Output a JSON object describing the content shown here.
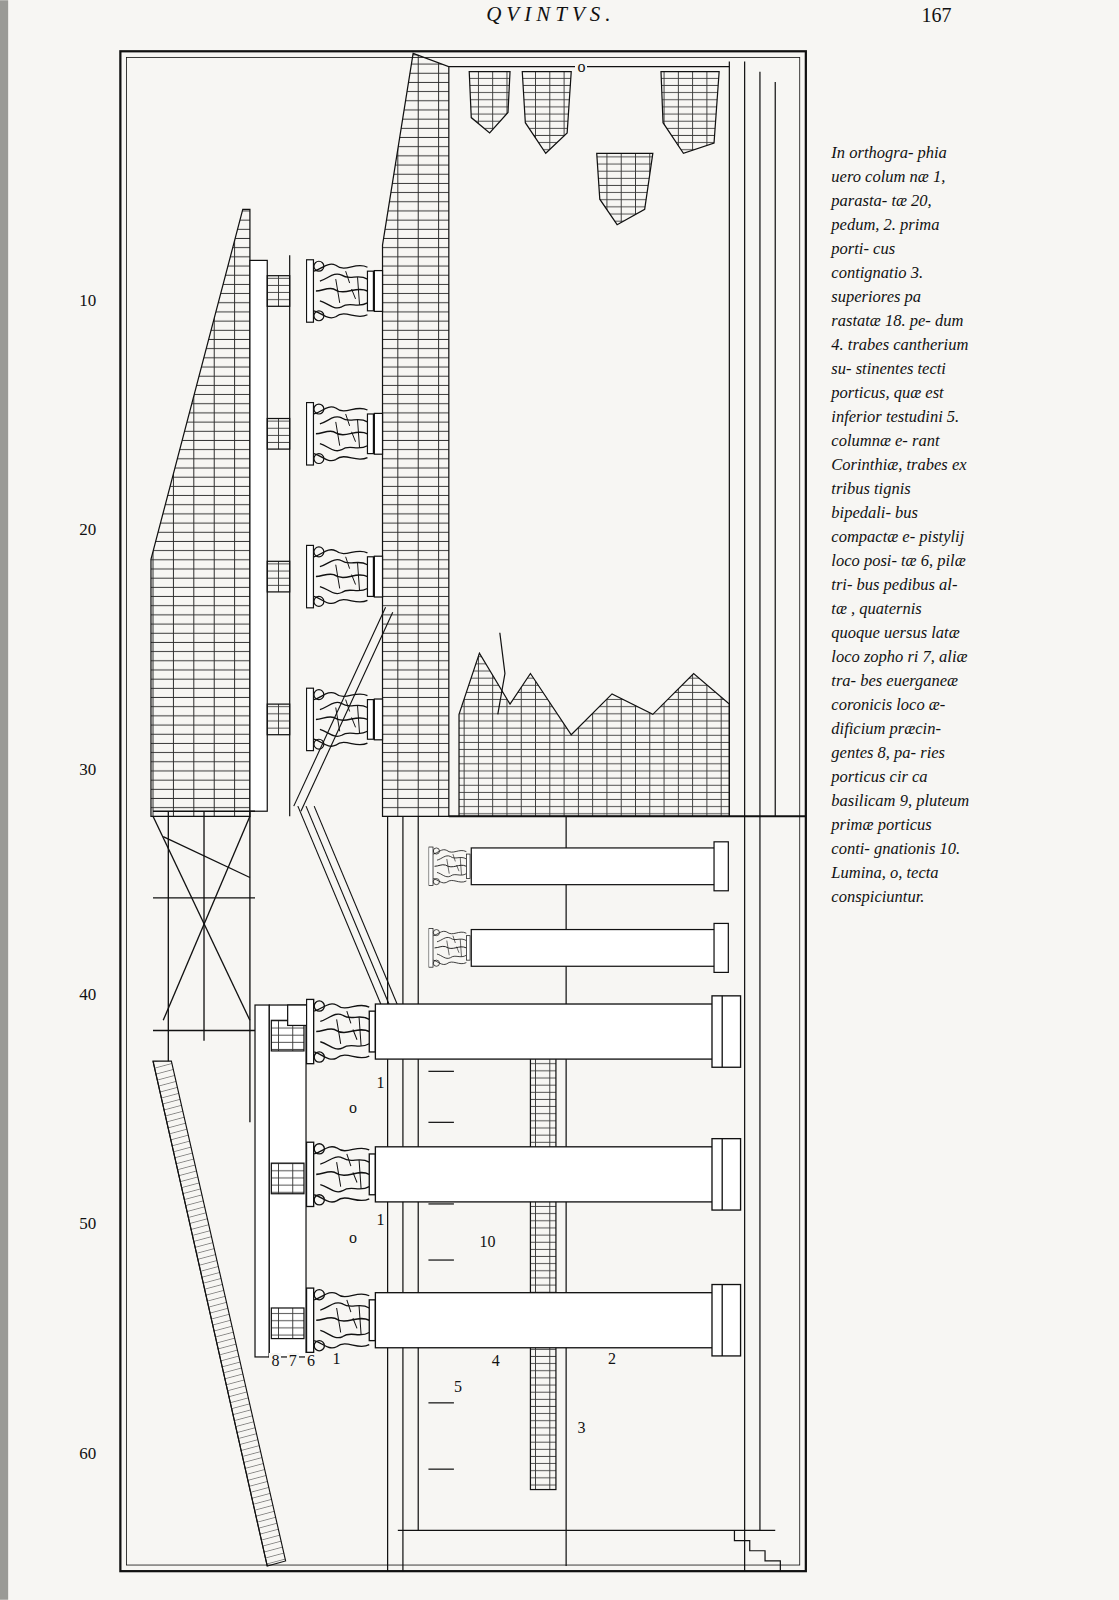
{
  "diagram": {
    "labels": [
      "QVINTVS.",
      "167",
      "10",
      "20",
      "30",
      "40",
      "50",
      "60",
      "In orthogra- phia uero colum næ 1, parasta- tæ 20, pedum, 2. prima porti- cus contignatio 3. superiores pa rastatæ 18. pe- dum 4. trabes cantherium su- stinentes tecti porticus, quæ est inferior testudini 5. columnæ e- rant Corinthiæ, trabes ex tribus tignis bipedali- bus compactæ e- pistylij loco posi- tæ 6, pilæ tri- bus pedibus al- tæ , quaternis quoque uersus latæ loco zopho ri 7, aliæ tra- bes euerganeæ coronicis loco æ- dificium præcin- gentes 8, pa- ries porticus cir ca basilicam 9, pluteum primæ porticus conti- gnationis 10. Lumina, o, tecta conspiciuntur.",
      "o",
      "1",
      "o",
      "1",
      "o",
      "10",
      "8",
      "7",
      "6",
      "1",
      "4",
      "5",
      "2",
      "3"
    ]
  }
}
